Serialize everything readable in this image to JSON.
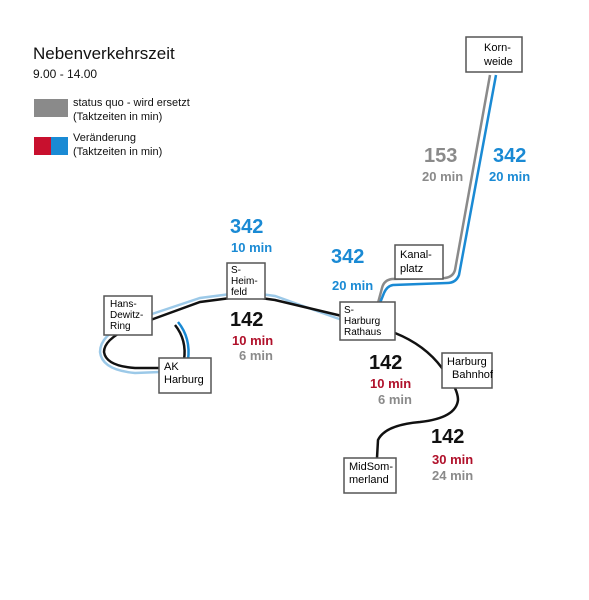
{
  "header": {
    "title": "Nebenverkehrszeit",
    "subtitle": "9.00 - 14.00"
  },
  "legend": [
    {
      "label": "status quo - wird ersetzt\n(Taktzeiten in min)",
      "colors": [
        "#8a8a8a"
      ]
    },
    {
      "label": "Veränderung\n(Taktzeiten in min)",
      "colors": [
        "#c8102e",
        "#1a8ad4"
      ]
    }
  ],
  "colors": {
    "black_route": "#111111",
    "grey_route": "#8a8a8a",
    "blue_route": "#1a8ad4",
    "light_blue_route": "#9cc9e8",
    "red_text": "#b0102a"
  },
  "stations": {
    "kornweide": "Korn-\nweide",
    "kanalplatz": "Kanal-\nplatz",
    "heimfeld": "S-\nHeim-\nfeld",
    "rathaus": "S-\nHarburg\nRathaus",
    "hans_dewitz": "Hans-\nDewitz-\nRing",
    "ak_harburg": "AK\nHarburg",
    "bahnhof": "Harburg\nBahnhof",
    "midsommerland": "MidSom-\nmerland"
  },
  "labels": {
    "l153_num": "153",
    "l153_time": "20 min",
    "l342_east_num": "342",
    "l342_east_time": "20 min",
    "l342_west_num": "342",
    "l342_west_time": "10 min",
    "l342_mid_num": "342",
    "l342_mid_time": "20 min",
    "l142_west_num": "142",
    "l142_west_new": "10 min",
    "l142_west_old": "6 min",
    "l142_mid_num": "142",
    "l142_mid_new": "10 min",
    "l142_mid_old": "6 min",
    "l142_south_num": "142",
    "l142_south_new": "30 min",
    "l142_south_old": "24 min"
  }
}
